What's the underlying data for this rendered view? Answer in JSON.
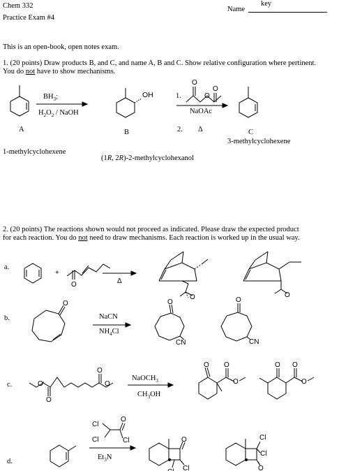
{
  "header": {
    "course": "Chem 332",
    "exam": "Practice Exam #4",
    "name_label": "Name",
    "name_value": "key"
  },
  "intro": "This is an open-book, open notes exam.",
  "q1": {
    "line1": "1.  (20 points) Draw products B, and C, and name A, B and C. Show relative configuration where pertinent.",
    "line2_pre": "You do ",
    "line2_not": "not",
    "line2_post": " have to show mechanisms.",
    "reagent1_top": "BH3",
    "reagent1_bottom": "H2O2 / NaOH",
    "label_A": "A",
    "label_B": "B",
    "label_C": "C",
    "name_A": "1-methylcyclohexene",
    "name_B": "(1R, 2R)-2-methylcyclohexanol",
    "name_C": "3-methylcyclohexene",
    "step1": "1.",
    "step2": "2.",
    "reagent2": "NaOAc",
    "heat": "Δ",
    "oh": "OH"
  },
  "q2": {
    "line1": "2.  (20 points)  The reactions shown would not proceed as indicated.  Please draw the expected product",
    "line2_pre": "for each reaction. You do ",
    "line2_not": "not",
    "line2_post": " need to draw mechanisms. Each reaction is worked up in the usual way.",
    "a": {
      "label": "a.",
      "plus": "+",
      "reagent": "Δ",
      "o": "O"
    },
    "b": {
      "label": "b.",
      "reagent_top": "NaCN",
      "reagent_bottom": "NH4Cl",
      "o": "O",
      "cn": "CN"
    },
    "c": {
      "label": "c.",
      "reagent_top": "NaOCH3",
      "reagent_bottom": "CH3OH",
      "o": "O"
    },
    "d": {
      "label": "d.",
      "reagent_bottom": "Et3N",
      "cl": "Cl",
      "o": "O"
    }
  }
}
